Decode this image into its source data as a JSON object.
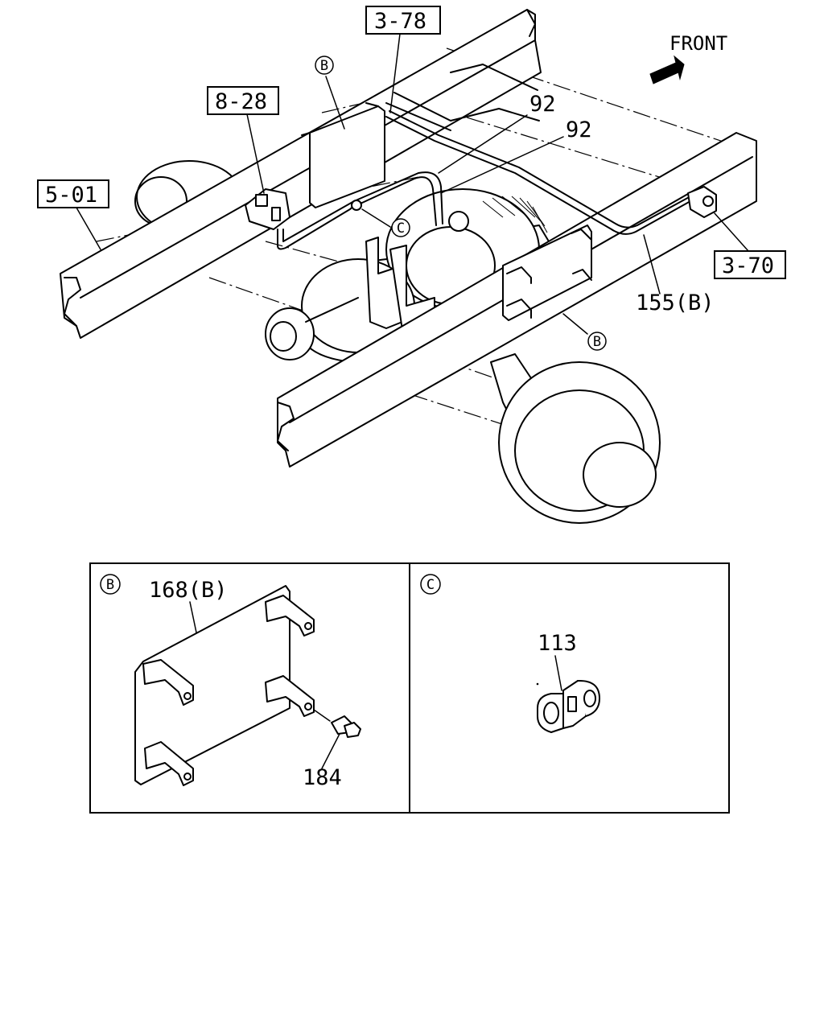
{
  "front_label": "FRONT",
  "callouts": {
    "ref_5_01": "5-01",
    "ref_8_28": "8-28",
    "ref_3_78": "3-78",
    "ref_3_70": "3-70",
    "part_92_upper": "92",
    "part_92_lower": "92",
    "part_155b": "155(B)"
  },
  "markers": {
    "b_top": "B",
    "c_main": "C",
    "b_right": "B"
  },
  "detail_b": {
    "marker": "B",
    "part_168b": "168(B)",
    "part_184": "184"
  },
  "detail_c": {
    "marker": "C",
    "part_113": "113"
  }
}
